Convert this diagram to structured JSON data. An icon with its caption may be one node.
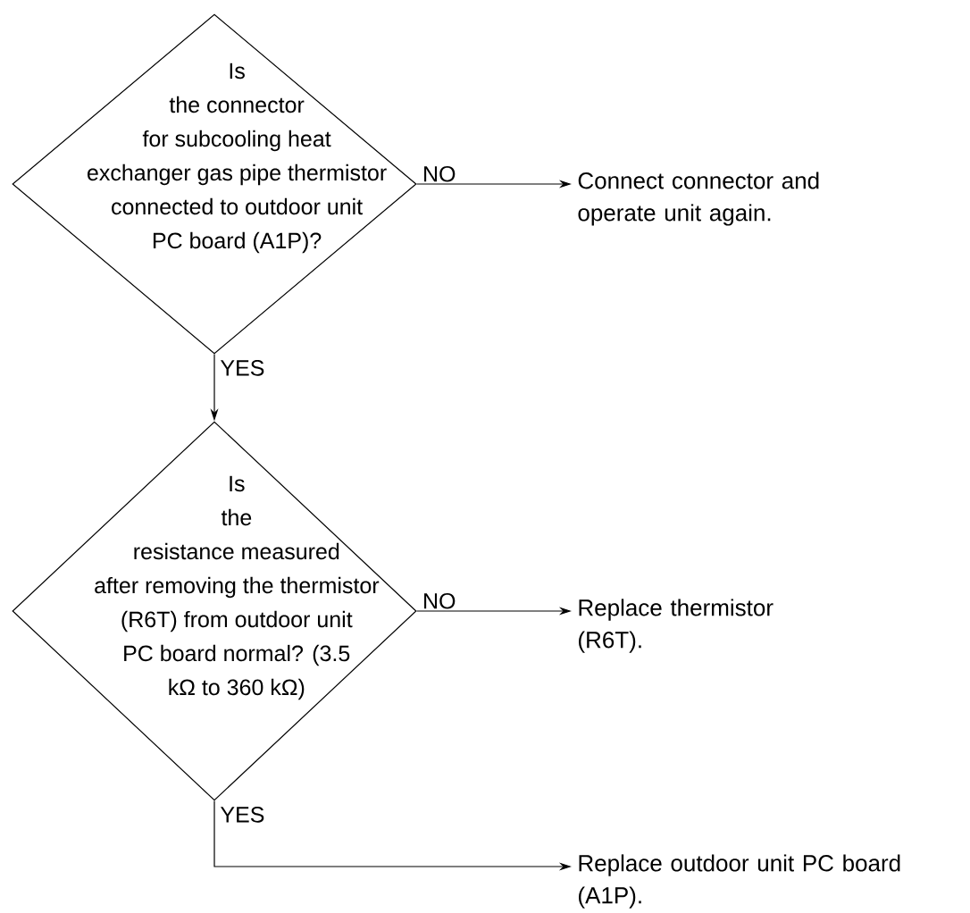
{
  "diagram": {
    "nodes": [
      {
        "text": [
          "Is the connector for subcooling heat exchanger gas pipe thermistor connected to outdoor unit PC board (A1P)?"
        ]
      },
      {
        "text": [
          "Connect connector and operate unit again."
        ]
      },
      {
        "text": [
          "Is the resistance measured after removing the thermistor (R6T) from outdoor unit PC board normal? (3.5 kΩ to 360 kΩ)"
        ]
      },
      {
        "text": [
          "Replace thermistor (R6T)."
        ]
      },
      {
        "text": [
          "Replace outdoor unit PC board (A1P)."
        ]
      }
    ],
    "edges": [
      {
        "from": 0,
        "to": 1,
        "arrow": "to",
        "label": "NO"
      },
      {
        "from": 0,
        "to": 2,
        "arrow": "to",
        "label": "YES"
      },
      {
        "from": 2,
        "to": 3,
        "arrow": "to",
        "label": "NO"
      },
      {
        "from": 2,
        "to": 4,
        "arrow": "to",
        "label": "YES"
      }
    ]
  }
}
